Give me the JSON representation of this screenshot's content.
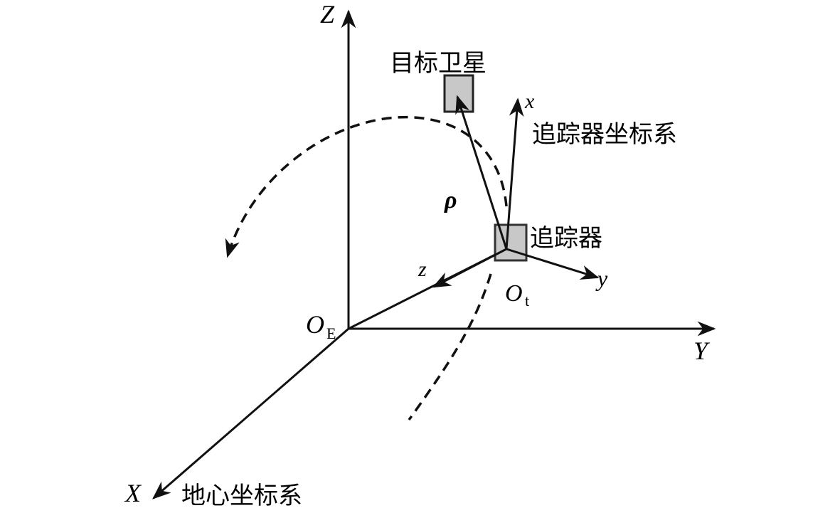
{
  "labels": {
    "Z": "Z",
    "Y": "Y",
    "X": "X",
    "OE": "O",
    "OE_sub": "E",
    "target": "目标卫星",
    "x": "x",
    "tracker_frame": "追踪器坐标系",
    "rho": "ρ",
    "tracker": "追踪器",
    "z": "z",
    "y": "y",
    "Ot": "O",
    "Ot_sub": "t",
    "earth_frame": "地心坐标系"
  },
  "colors": {
    "line": "#111111",
    "box_fill": "#c8c8c8"
  }
}
